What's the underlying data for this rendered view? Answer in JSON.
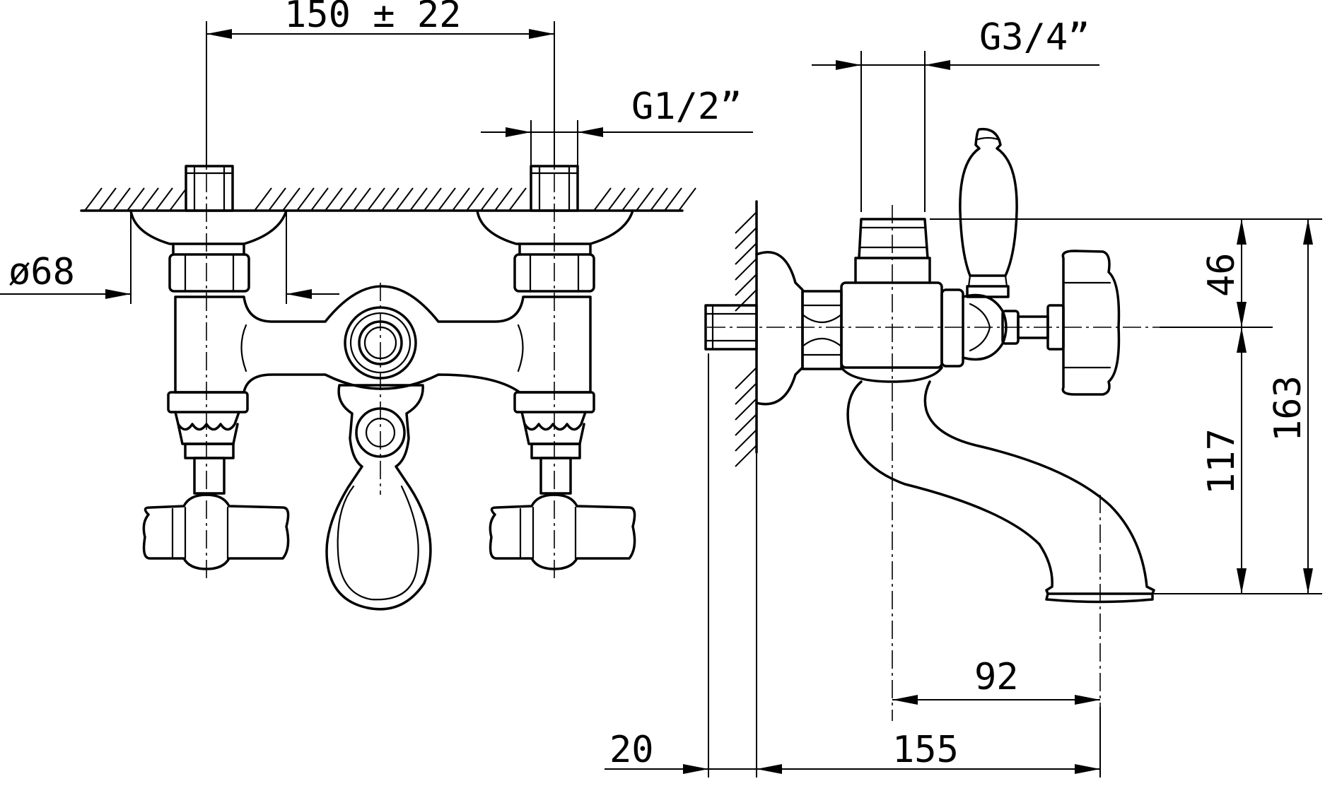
{
  "labels": {
    "spacing": "150 ± 22",
    "inlet_thread": "G1/2”",
    "outlet_thread": "G3/4”",
    "rosette_diameter": "ø68",
    "handle_height": "46",
    "spout_height": "117",
    "total_height": "163",
    "wall_offset": "20",
    "total_projection": "155",
    "spout_projection": "92"
  },
  "colors": {
    "line": "#000000",
    "background": "#ffffff"
  }
}
